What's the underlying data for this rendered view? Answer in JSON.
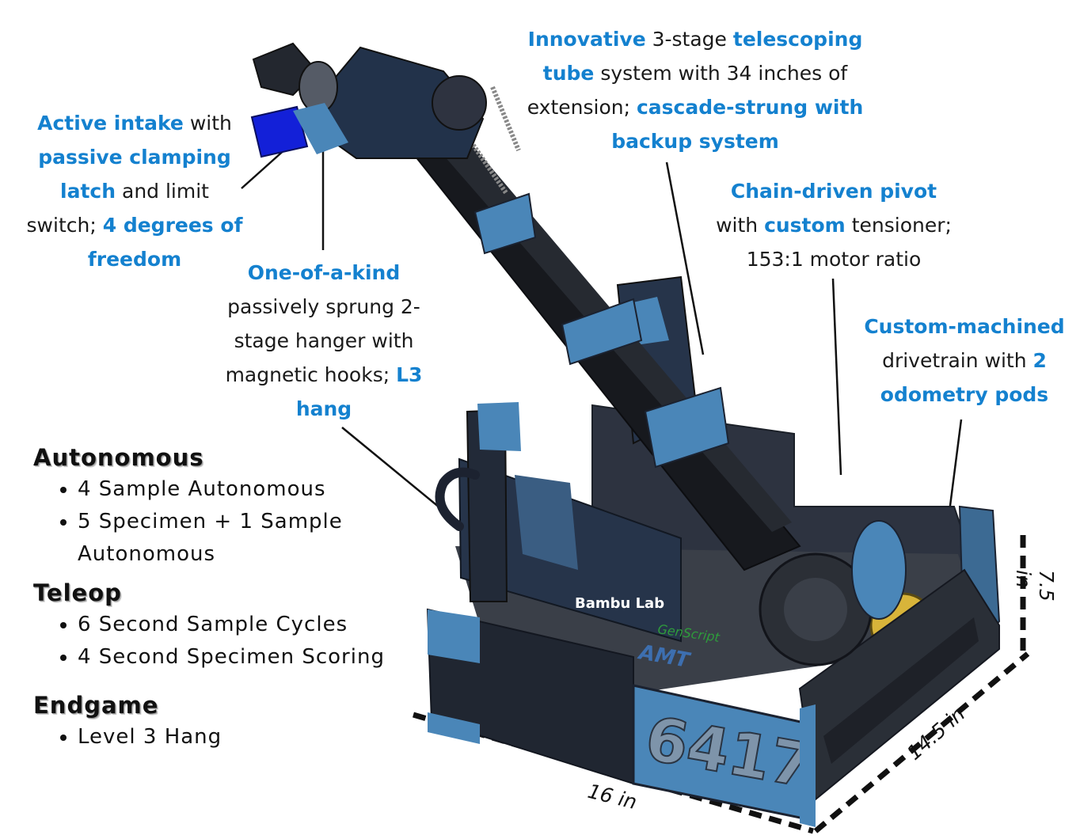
{
  "callouts": {
    "intake": [
      {
        "t": "Active intake",
        "hl": true
      },
      {
        "t": " with ",
        "hl": false
      },
      {
        "t": "passive clamping latch",
        "hl": true
      },
      {
        "t": " and limit switch; ",
        "hl": false
      },
      {
        "t": "4 degrees of freedom",
        "hl": true
      }
    ],
    "hanger": [
      {
        "t": "One-of-a-kind",
        "hl": true
      },
      {
        "t": " passively sprung 2-stage hanger with magnetic hooks; ",
        "hl": false
      },
      {
        "t": "L3 hang",
        "hl": true
      }
    ],
    "tube": [
      {
        "t": "Innovative",
        "hl": true
      },
      {
        "t": " 3-stage ",
        "hl": false
      },
      {
        "t": "telescoping tube",
        "hl": true
      },
      {
        "t": " system with 34 inches of extension; ",
        "hl": false
      },
      {
        "t": "cascade-strung with backup system",
        "hl": true
      }
    ],
    "pivot": [
      {
        "t": "Chain-driven pivot",
        "hl": true
      },
      {
        "t": " with ",
        "hl": false
      },
      {
        "t": "custom",
        "hl": true
      },
      {
        "t": " tensioner; 153:1 motor ratio",
        "hl": false
      }
    ],
    "drive": [
      {
        "t": "Custom-machined",
        "hl": true
      },
      {
        "t": " drivetrain with ",
        "hl": false
      },
      {
        "t": "2 odometry pods",
        "hl": true
      }
    ]
  },
  "sections": {
    "autonomous": {
      "title": "Autonomous",
      "items": [
        "4 Sample Autonomous",
        "5 Specimen + 1 Sample Autonomous"
      ]
    },
    "teleop": {
      "title": "Teleop",
      "items": [
        "6 Second Sample Cycles",
        "4 Second Specimen Scoring"
      ]
    },
    "endgame": {
      "title": "Endgame",
      "items": [
        "Level 3 Hang"
      ]
    }
  },
  "robot": {
    "team_number": "6417",
    "sponsor_1": "Bambu Lab",
    "sponsor_2": "GenScript",
    "sponsor_3": "AMT"
  },
  "dimensions": {
    "width": "16 in",
    "depth": "14.5 in",
    "height": "7.5 in"
  },
  "colors": {
    "accent": "#1481cf",
    "robot_blue": "#4a86b8",
    "robot_dark": "#1f2a38"
  }
}
